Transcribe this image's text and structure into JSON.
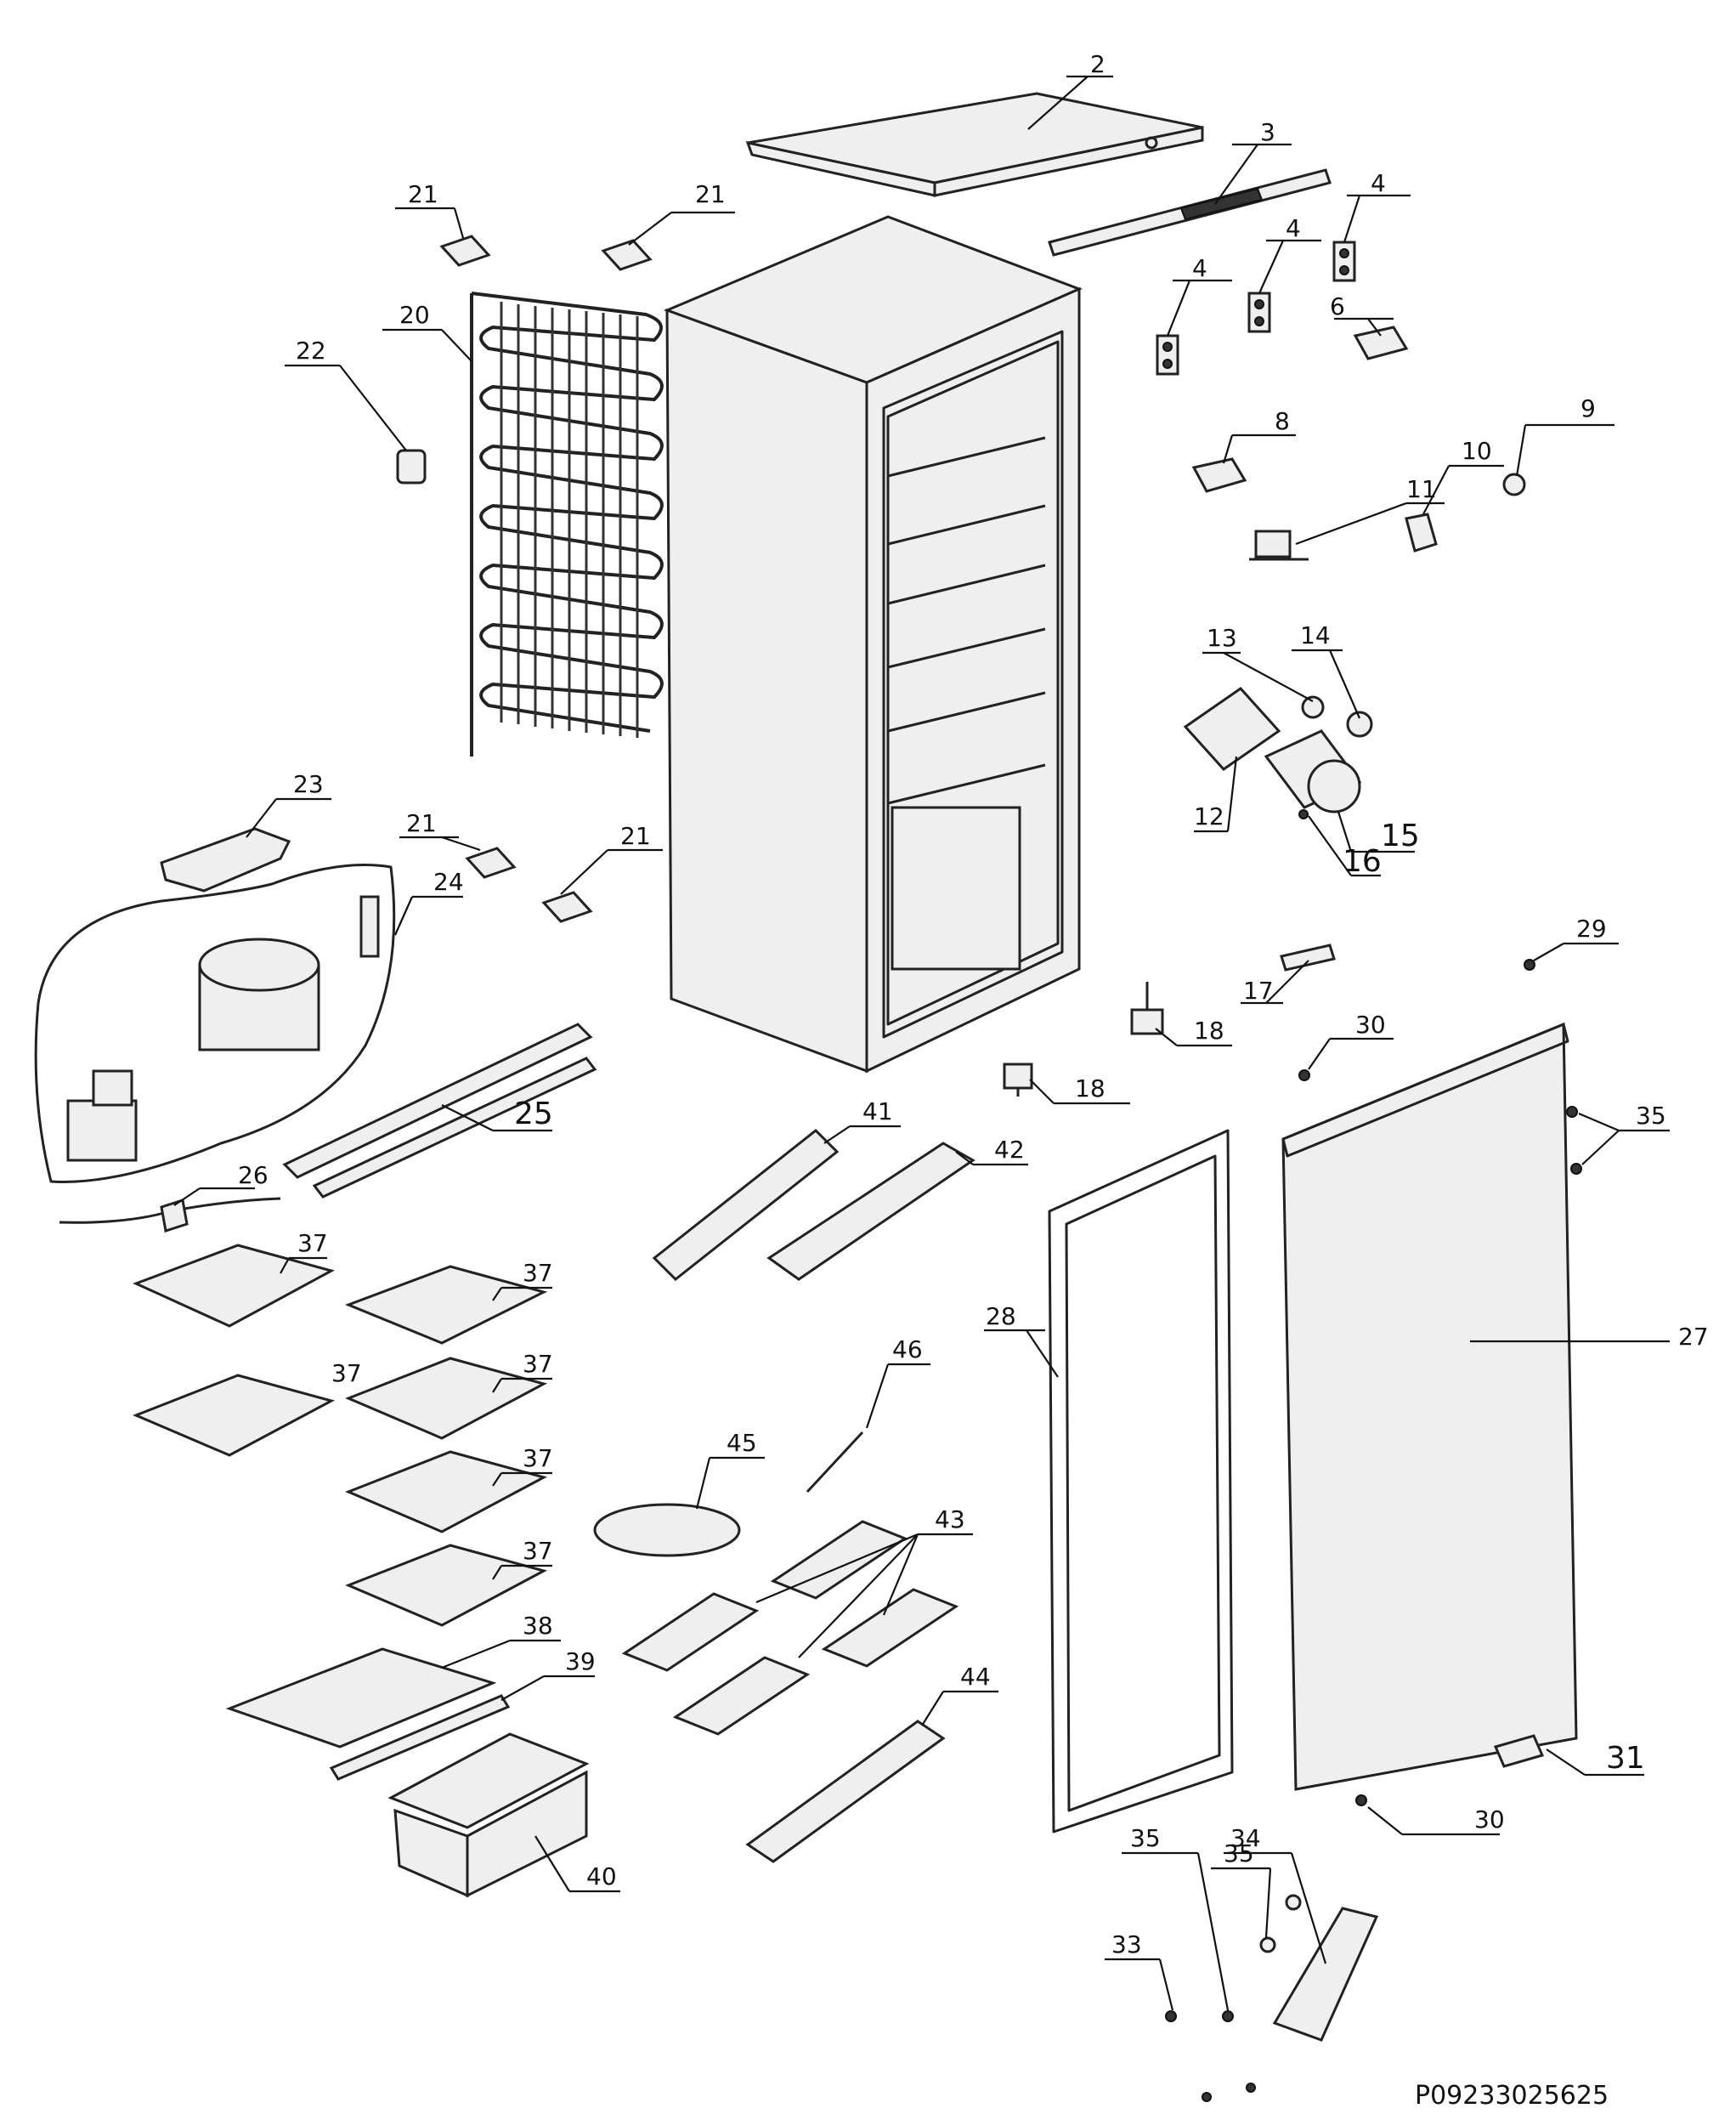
{
  "diagram": {
    "reference_code": "P09233025625",
    "callouts": [
      {
        "id": "c2",
        "text": "2"
      },
      {
        "id": "c3",
        "text": "3"
      },
      {
        "id": "c4a",
        "text": "4"
      },
      {
        "id": "c4b",
        "text": "4"
      },
      {
        "id": "c4c",
        "text": "4"
      },
      {
        "id": "c6",
        "text": "6"
      },
      {
        "id": "c8",
        "text": "8"
      },
      {
        "id": "c9",
        "text": "9"
      },
      {
        "id": "c10",
        "text": "10"
      },
      {
        "id": "c11",
        "text": "11"
      },
      {
        "id": "c12",
        "text": "12"
      },
      {
        "id": "c13",
        "text": "13"
      },
      {
        "id": "c14",
        "text": "14"
      },
      {
        "id": "c15",
        "text": "15"
      },
      {
        "id": "c16",
        "text": "16"
      },
      {
        "id": "c17",
        "text": "17"
      },
      {
        "id": "c18a",
        "text": "18"
      },
      {
        "id": "c18b",
        "text": "18"
      },
      {
        "id": "c20",
        "text": "20"
      },
      {
        "id": "c21a",
        "text": "21"
      },
      {
        "id": "c21b",
        "text": "21"
      },
      {
        "id": "c21c",
        "text": "21"
      },
      {
        "id": "c21d",
        "text": "21"
      },
      {
        "id": "c22",
        "text": "22"
      },
      {
        "id": "c23",
        "text": "23"
      },
      {
        "id": "c24",
        "text": "24"
      },
      {
        "id": "c25",
        "text": "25"
      },
      {
        "id": "c26",
        "text": "26"
      },
      {
        "id": "c27",
        "text": "27"
      },
      {
        "id": "c28",
        "text": "28"
      },
      {
        "id": "c29",
        "text": "29"
      },
      {
        "id": "c30a",
        "text": "30"
      },
      {
        "id": "c30b",
        "text": "30"
      },
      {
        "id": "c31",
        "text": "31"
      },
      {
        "id": "c33",
        "text": "33"
      },
      {
        "id": "c34",
        "text": "34"
      },
      {
        "id": "c35a",
        "text": "35"
      },
      {
        "id": "c35b",
        "text": "35"
      },
      {
        "id": "c35c",
        "text": "35"
      },
      {
        "id": "c37a",
        "text": "37"
      },
      {
        "id": "c37b",
        "text": "37"
      },
      {
        "id": "c37c",
        "text": "37"
      },
      {
        "id": "c37d",
        "text": "37"
      },
      {
        "id": "c37e",
        "text": "37"
      },
      {
        "id": "c37f",
        "text": "37"
      },
      {
        "id": "c38",
        "text": "38"
      },
      {
        "id": "c39",
        "text": "39"
      },
      {
        "id": "c40",
        "text": "40"
      },
      {
        "id": "c41",
        "text": "41"
      },
      {
        "id": "c42",
        "text": "42"
      },
      {
        "id": "c43",
        "text": "43"
      },
      {
        "id": "c44",
        "text": "44"
      },
      {
        "id": "c45",
        "text": "45"
      },
      {
        "id": "c46",
        "text": "46"
      }
    ]
  }
}
